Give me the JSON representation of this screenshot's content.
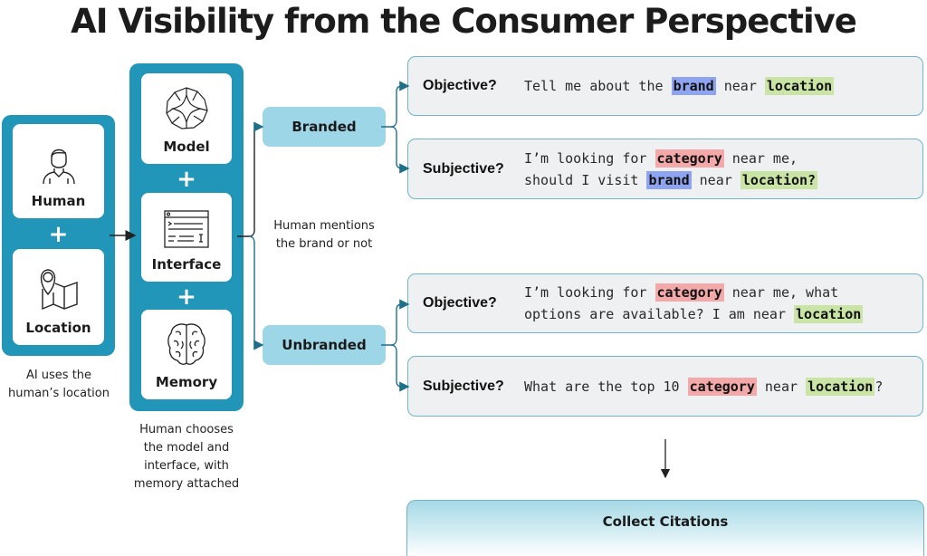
{
  "title": "AI Visibility from the Consumer Perspective",
  "left_panel": {
    "cards": [
      {
        "label": "Human",
        "icon": "person-icon"
      },
      {
        "label": "Location",
        "icon": "map-pin-icon"
      }
    ],
    "plus": "+",
    "caption": [
      "AI uses the",
      "human’s location"
    ]
  },
  "middle_panel": {
    "cards": [
      {
        "label": "Model",
        "icon": "model-logo-icon"
      },
      {
        "label": "Interface",
        "icon": "interface-window-icon"
      },
      {
        "label": "Memory",
        "icon": "brain-icon"
      }
    ],
    "plus": "+",
    "caption": [
      "Human chooses",
      "the model and",
      "interface, with",
      "memory attached"
    ]
  },
  "branch_caption": [
    "Human mentions",
    "the brand or not"
  ],
  "branches": [
    {
      "label": "Branded",
      "queries": [
        {
          "type": "Objective?",
          "lines": [
            [
              {
                "t": "Tell me about the "
              },
              {
                "t": "brand",
                "h": "brand"
              },
              {
                "t": " near "
              },
              {
                "t": "location",
                "h": "location"
              }
            ]
          ]
        },
        {
          "type": "Subjective?",
          "lines": [
            [
              {
                "t": "I’m looking for "
              },
              {
                "t": "category",
                "h": "category"
              },
              {
                "t": " near me,"
              }
            ],
            [
              {
                "t": "should I visit "
              },
              {
                "t": "brand",
                "h": "brand"
              },
              {
                "t": " near "
              },
              {
                "t": "location?",
                "h": "location"
              }
            ]
          ]
        }
      ]
    },
    {
      "label": "Unbranded",
      "queries": [
        {
          "type": "Objective?",
          "lines": [
            [
              {
                "t": "I’m looking for "
              },
              {
                "t": "category",
                "h": "category"
              },
              {
                "t": " near me, what"
              }
            ],
            [
              {
                "t": "options are available? I am near "
              },
              {
                "t": "location",
                "h": "location"
              }
            ]
          ]
        },
        {
          "type": "Subjective?",
          "lines": [
            [
              {
                "t": "What are the top 10 "
              },
              {
                "t": "category",
                "h": "category"
              },
              {
                "t": " near "
              },
              {
                "t": "location",
                "h": "location"
              },
              {
                "t": "?"
              }
            ]
          ]
        }
      ]
    }
  ],
  "collect": "Collect Citations",
  "colors": {
    "panel": "#2196b8",
    "pill": "#9dd6e6",
    "brand_highlight": "#8fa4f0",
    "location_highlight": "#c9e4a4",
    "category_highlight": "#f3a9a9"
  }
}
